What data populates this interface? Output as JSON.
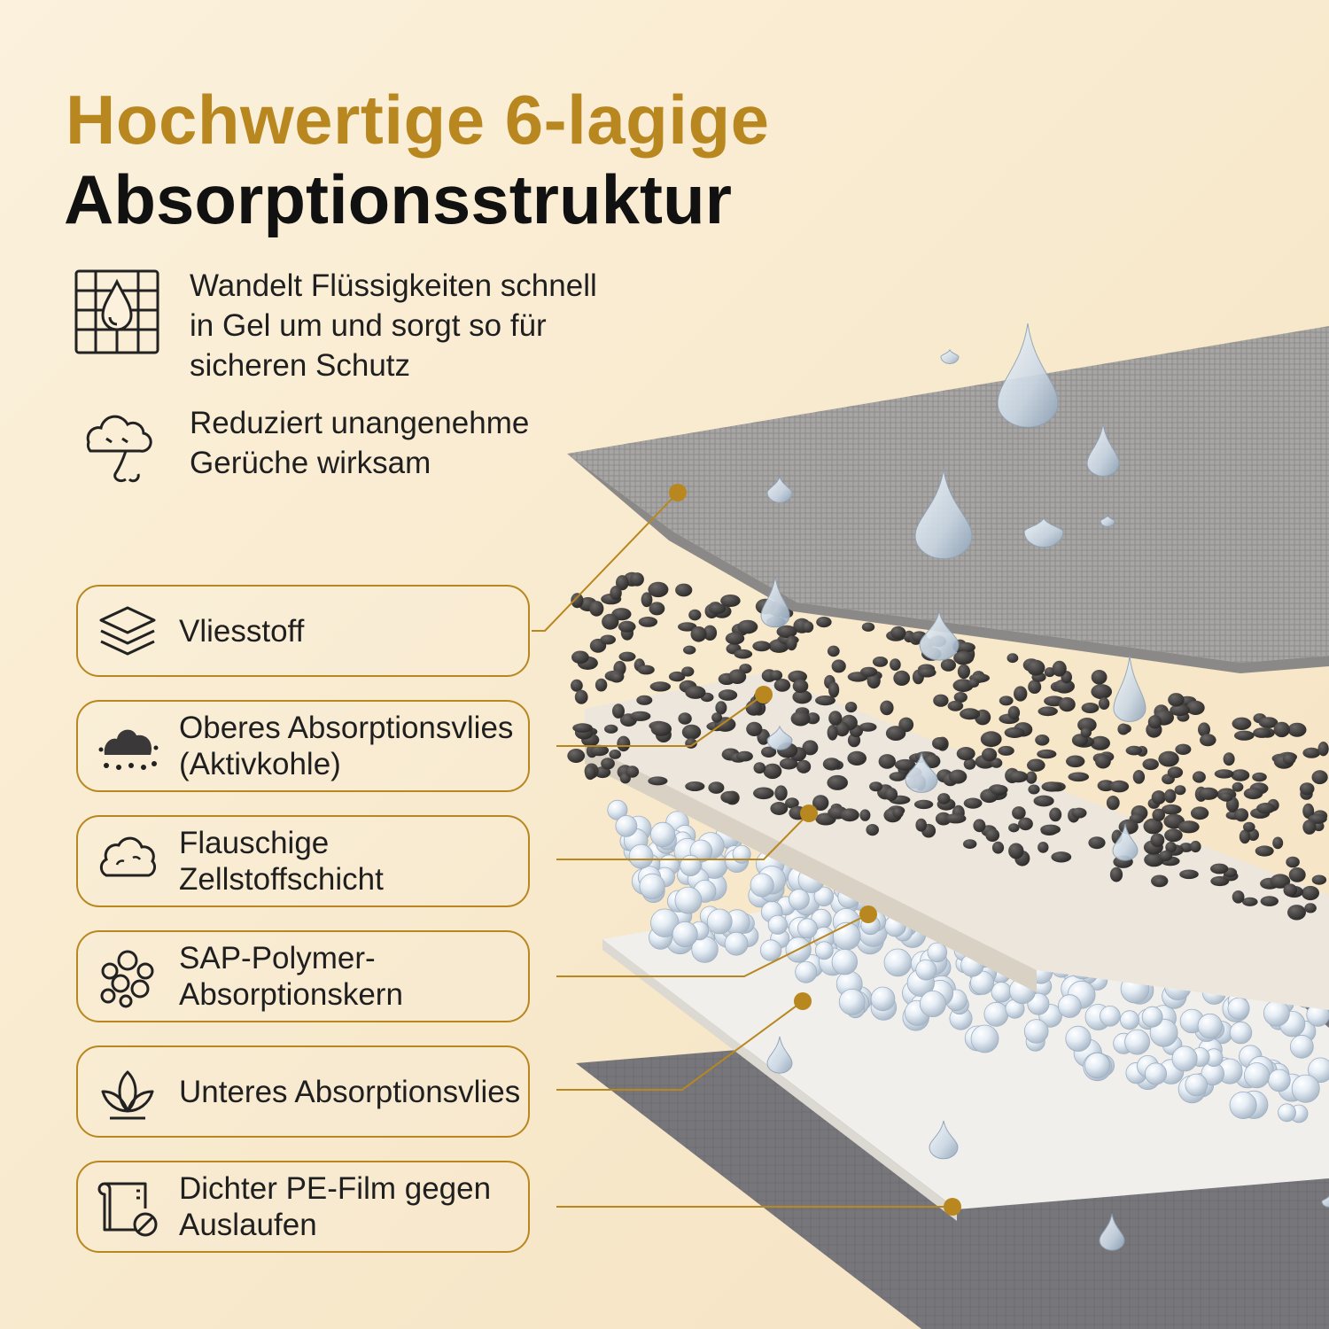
{
  "title": {
    "line1": "Hochwertige 6-lagige",
    "line2": "Absorptionsstruktur"
  },
  "features": [
    {
      "icon": "liquid-to-gel-icon",
      "text": "Wandelt Flüssigkeiten schnell\nin Gel um und sorgt so für\nsicheren Schutz"
    },
    {
      "icon": "odor-cloud-nose-icon",
      "text": "Reduziert unangenehme\nGerüche wirksam"
    }
  ],
  "layers": [
    {
      "icon": "stacked-layers-icon",
      "label": "Vliesstoff"
    },
    {
      "icon": "charcoal-powder-icon",
      "label": "Oberes Absorptionsvlies\n(Aktivkohle)"
    },
    {
      "icon": "fluffy-cloud-icon",
      "label": "Flauschige Zellstoffschicht"
    },
    {
      "icon": "polymer-bubbles-icon",
      "label": "SAP-Polymer-\nAbsorptionskern"
    },
    {
      "icon": "leaf-icon",
      "label": "Unteres Absorptionsvlies"
    },
    {
      "icon": "film-roll-no-leak-icon",
      "label": "Dichter PE-Film gegen\nAuslaufen"
    }
  ],
  "colors": {
    "accent_gold": "#b8871f",
    "background": "#f8e9cc",
    "text_dark": "#111111"
  }
}
